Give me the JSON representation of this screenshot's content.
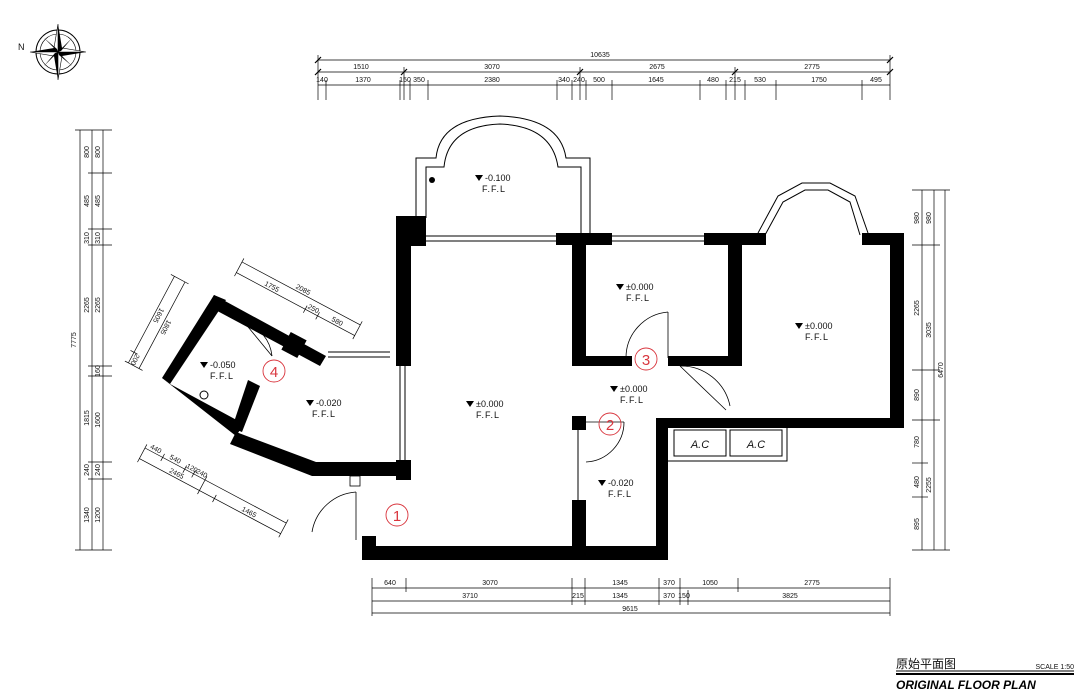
{
  "title": {
    "chinese": "原始平面图",
    "english": "ORIGINAL FLOOR PLAN",
    "scale": "SCALE 1:50"
  },
  "compass": {
    "icon": "compass-rose-icon"
  },
  "top_dimensions": {
    "overall": "10635",
    "row1": [
      "1510",
      "3070",
      "2675",
      "2775"
    ],
    "row2": [
      "140",
      "1370",
      "150",
      "350",
      "2380",
      "340",
      "240",
      "500",
      "1645",
      "480",
      "215",
      "530",
      "1750",
      "495"
    ]
  },
  "bottom_dimensions": {
    "row1": [
      "640",
      "3070",
      "1345",
      "370",
      "1050",
      "2775"
    ],
    "row2": [
      "3710",
      "215",
      "1345",
      "370",
      "150",
      "3825"
    ],
    "overall": "9615"
  },
  "left_dimensions": {
    "overall": "7775",
    "outer": [
      "800",
      "485",
      "310",
      "2265",
      "1815",
      "240",
      "1340"
    ],
    "inner": [
      "800",
      "485",
      "310",
      "2265",
      "160",
      "1600",
      "240",
      "1200"
    ]
  },
  "right_dimensions": {
    "overall": "6470",
    "outer": [
      "980",
      "3035",
      "2255"
    ],
    "inner": [
      "980",
      "2265",
      "890",
      "780",
      "480",
      "895"
    ]
  },
  "angled_dimensions": {
    "upper": [
      "2085",
      "1755",
      "250",
      "580"
    ],
    "left": [
      "1805",
      "1605",
      "200"
    ],
    "lower": [
      "440",
      "540",
      "120",
      "240",
      "2465",
      "1465"
    ]
  },
  "rooms": [
    {
      "id": "balcony",
      "level": "-0.100",
      "label": "F.F.L"
    },
    {
      "id": "room-3",
      "level": "±0.000",
      "label": "F.F.L"
    },
    {
      "id": "bedroom-right",
      "level": "±0.000",
      "label": "F.F.L"
    },
    {
      "id": "living",
      "level": "±0.000",
      "label": "F.F.L"
    },
    {
      "id": "hall",
      "level": "±0.000",
      "label": "F.F.L"
    },
    {
      "id": "study",
      "level": "-0.020",
      "label": "F.F.L"
    },
    {
      "id": "bath-4",
      "level": "-0.050",
      "label": "F.F.L"
    },
    {
      "id": "kitchen",
      "level": "-0.020",
      "label": "F.F.L"
    }
  ],
  "markers": [
    "1",
    "2",
    "3",
    "4"
  ],
  "ac_units": [
    "A.C",
    "A.C"
  ]
}
